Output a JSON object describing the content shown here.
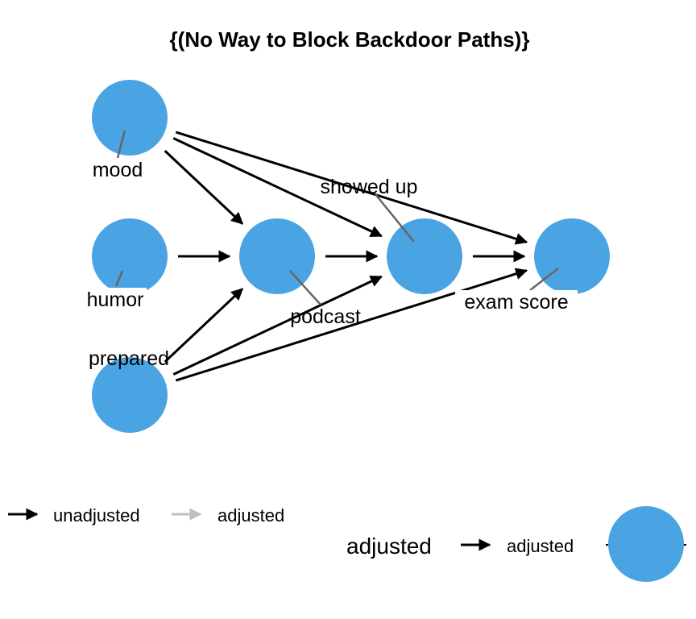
{
  "title": "{(No Way to Block Backdoor Paths)}",
  "colors": {
    "node_fill": "#4aa3e2",
    "edge": "#000000",
    "edge_adjusted": "#bfbfbf",
    "label_leader": "#666666"
  },
  "nodes": [
    {
      "id": "mood",
      "label": "mood",
      "status": "unadjusted"
    },
    {
      "id": "humor",
      "label": "humor",
      "status": "unadjusted"
    },
    {
      "id": "prepared",
      "label": "prepared",
      "status": "unadjusted"
    },
    {
      "id": "podcast",
      "label": "podcast",
      "status": "unadjusted"
    },
    {
      "id": "showed_up",
      "label": "showed up",
      "status": "unadjusted"
    },
    {
      "id": "exam_score",
      "label": "exam score",
      "status": "unadjusted"
    }
  ],
  "edges": [
    {
      "from": "mood",
      "to": "podcast"
    },
    {
      "from": "mood",
      "to": "showed_up"
    },
    {
      "from": "mood",
      "to": "exam_score"
    },
    {
      "from": "humor",
      "to": "podcast"
    },
    {
      "from": "prepared",
      "to": "podcast"
    },
    {
      "from": "prepared",
      "to": "showed_up"
    },
    {
      "from": "prepared",
      "to": "exam_score"
    },
    {
      "from": "podcast",
      "to": "showed_up"
    },
    {
      "from": "showed_up",
      "to": "exam_score"
    }
  ],
  "legend": {
    "edge_items": [
      {
        "label": "unadjusted",
        "color_key": "edge"
      },
      {
        "label": "adjusted",
        "color_key": "edge_adjusted"
      }
    ],
    "node_legend_title": "adjusted",
    "node_item_label": "adjusted"
  }
}
